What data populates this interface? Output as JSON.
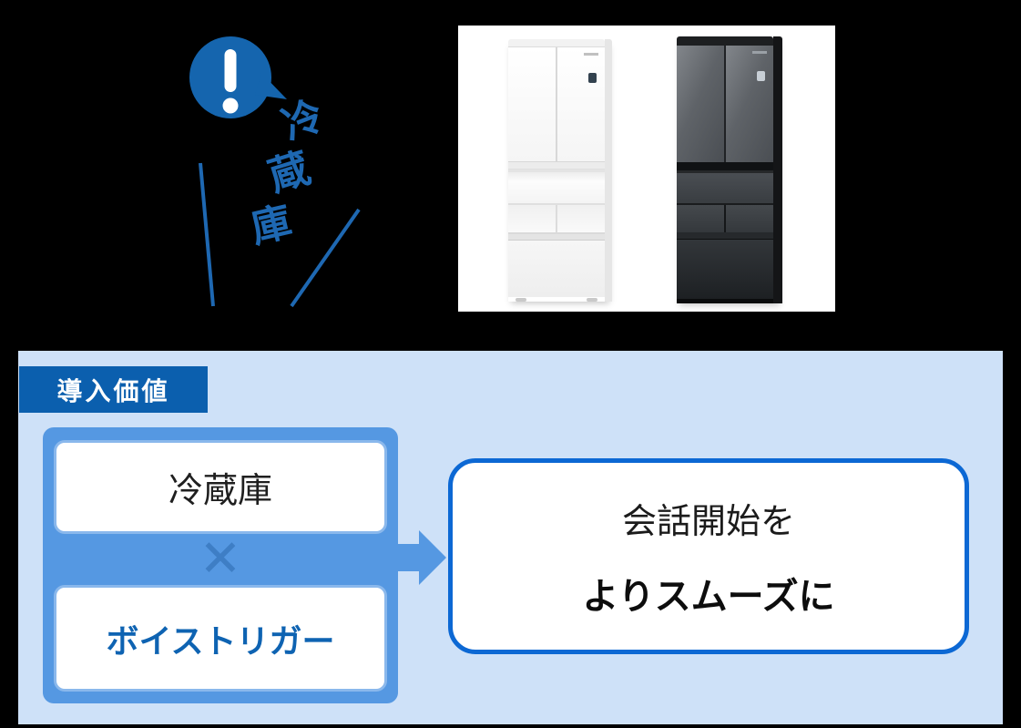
{
  "alert": {
    "icon": "exclamation-mark",
    "label_vertical": "冷蔵庫",
    "chars": [
      "冷",
      "蔵",
      "庫"
    ]
  },
  "value_panel": {
    "badge_label": "導入価値",
    "factor_top": "冷蔵庫",
    "operator": "✕",
    "factor_bottom": "ボイストリガー",
    "result_line1": "会話開始を",
    "result_line2": "よりスムーズに"
  },
  "colors": {
    "background": "#000000",
    "photo_bg": "#ffffff",
    "panel_bg": "#cee1f8",
    "badge_bg": "#0b5fae",
    "bubble_blue": "#1565ae",
    "vertical_text_blue": "#1e68b2",
    "combo_bg": "#5598e2",
    "multiply_blue": "#3e7ec5",
    "result_border_blue": "#0c68d4",
    "voice_trigger_text_blue": "#0e63b2"
  }
}
